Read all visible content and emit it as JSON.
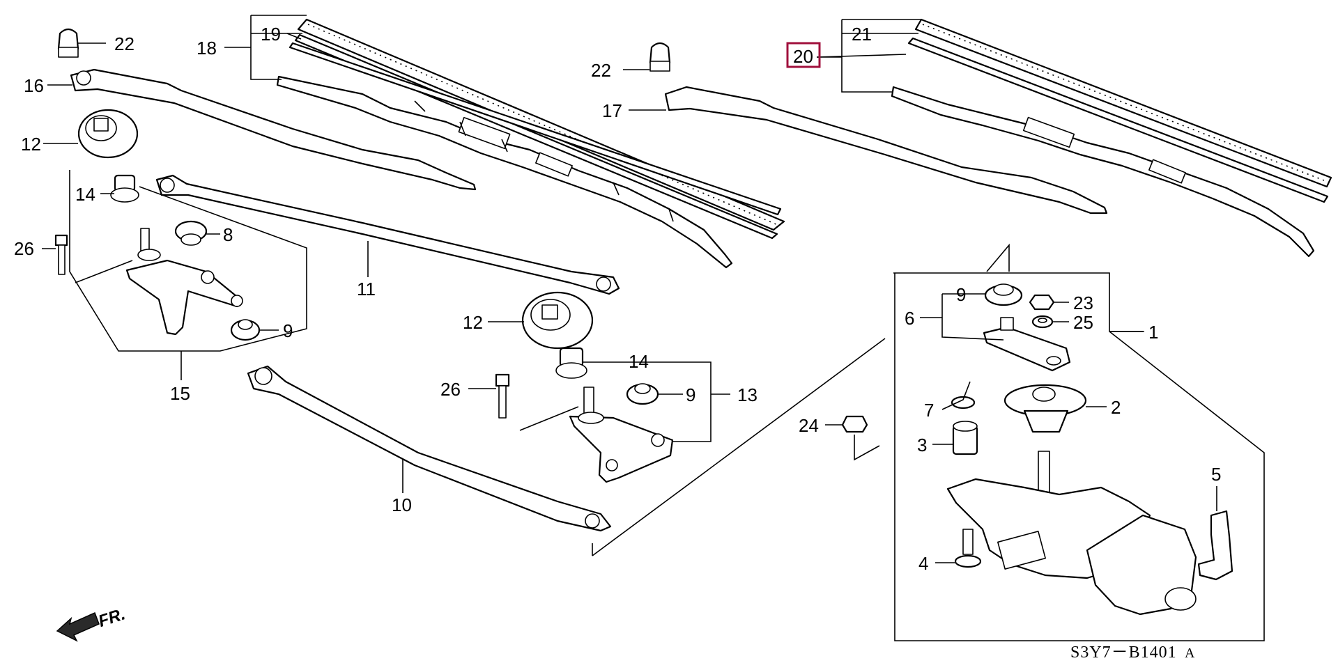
{
  "diagram": {
    "reference_code": "S3Y7－B1401",
    "reference_suffix": "A",
    "front_indicator": "FR.",
    "highlight_color": "#a0103c",
    "highlighted_part": "20",
    "callouts": {
      "c1": "1",
      "c2": "2",
      "c3": "3",
      "c4": "4",
      "c5": "5",
      "c6": "6",
      "c7": "7",
      "c8": "8",
      "c9a": "9",
      "c9b": "9",
      "c9c": "9",
      "c10": "10",
      "c11": "11",
      "c12a": "12",
      "c12b": "12",
      "c13": "13",
      "c14a": "14",
      "c14b": "14",
      "c15": "15",
      "c16": "16",
      "c17": "17",
      "c18": "18",
      "c19": "19",
      "c20": "20",
      "c21": "21",
      "c22a": "22",
      "c22b": "22",
      "c23": "23",
      "c24": "24",
      "c25": "25",
      "c26a": "26",
      "c26b": "26"
    }
  }
}
